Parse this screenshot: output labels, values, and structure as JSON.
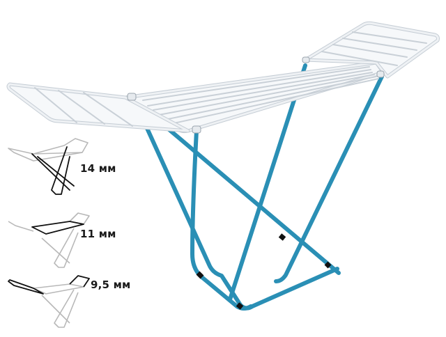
{
  "product": {
    "name": "clothes-drying-rack",
    "colors": {
      "background": "#ffffff",
      "frame_white": "#eef1f4",
      "frame_shadow": "#b9c2cb",
      "legs_blue": "#2a8fb5",
      "legs_blue_dark": "#1b6f8f",
      "leg_caps": "#111111",
      "diagram_gray": "#b8b8b8",
      "diagram_highlight": "#111111"
    }
  },
  "diagrams": [
    {
      "id": "legs",
      "highlight": "legs",
      "label": "14 мм"
    },
    {
      "id": "center-rails",
      "highlight": "center-frame",
      "label": "11 мм"
    },
    {
      "id": "wing-rails",
      "highlight": "wings",
      "label": "9,5 мм"
    }
  ]
}
